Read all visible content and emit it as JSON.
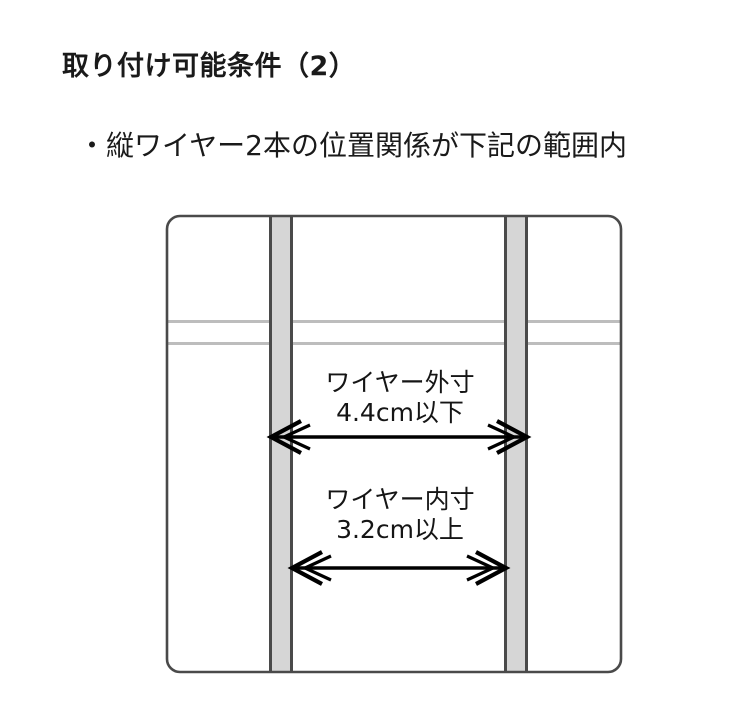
{
  "heading": {
    "title": "取り付け可能条件（2）",
    "bullet": "・縦ワイヤー2本の位置関係が下記の範囲内"
  },
  "diagram": {
    "name": "wire-spacing-diagram",
    "outer_dimension": {
      "label": "ワイヤー外寸",
      "value": "4.4cm以下"
    },
    "inner_dimension": {
      "label": "ワイヤー内寸",
      "value": "3.2cm以上"
    },
    "colors": {
      "frame_stroke": "#4a4a4a",
      "wire_fill": "#d6d6d6",
      "wire_edge": "#4a4a4a",
      "cross_band_line": "#bdbdbd",
      "arrow": "#000000",
      "background": "#ffffff"
    }
  }
}
